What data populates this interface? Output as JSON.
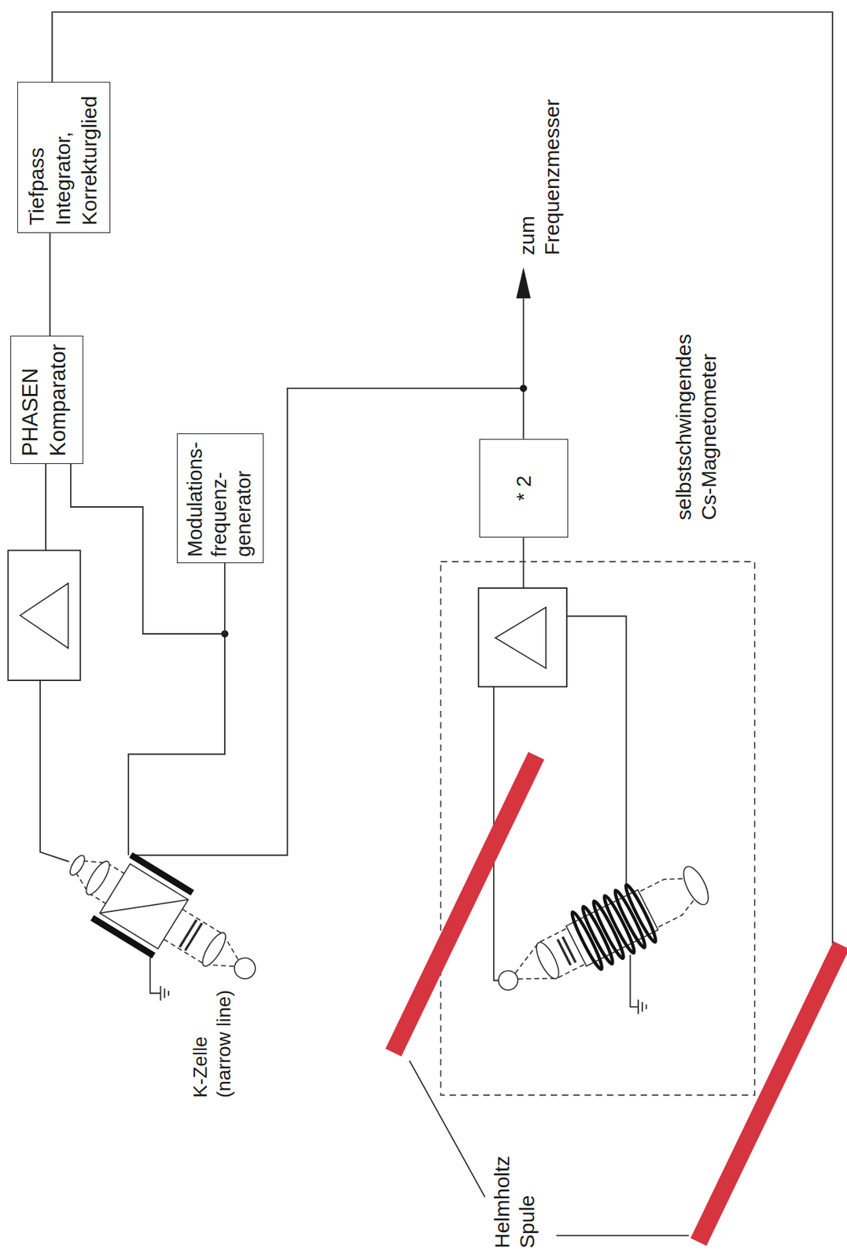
{
  "diagram": {
    "nodes": [
      {
        "text": [
          "PHASEN Komparator"
        ]
      },
      {
        "text": [
          "Tiefpass Integrator, Korrekturglied"
        ]
      },
      {
        "text": [
          "Modulations- frequenz- generator"
        ]
      },
      {
        "text": [
          "* 2"
        ]
      }
    ],
    "edges": [
      {
        "from": 0,
        "to": 1,
        "arrow": "none"
      },
      {
        "from": 2,
        "to": 0,
        "arrow": "none"
      }
    ],
    "labels": [
      "zum Frequenzmesser",
      "selbstschwingendes Cs-Magnetometer",
      "K-Zelle (narrow line)",
      "Helmholtz Spule"
    ]
  }
}
